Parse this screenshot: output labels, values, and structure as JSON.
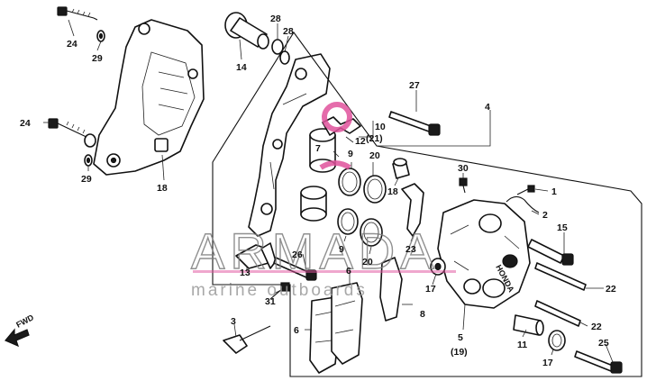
{
  "watermark": {
    "brand": "ARMADA",
    "tagline": "marine outboards",
    "accent_color": "#e0529c"
  },
  "direction_label": "FWD",
  "callouts": {
    "c1": "1",
    "c2": "2",
    "c3": "3",
    "c4": "4",
    "c5": "5",
    "c6a": "6",
    "c6b": "6",
    "c7": "7",
    "c8": "8",
    "c9a": "9",
    "c9b": "9",
    "c10": "10",
    "c11": "11",
    "c12": "12",
    "c13": "13",
    "c14": "14",
    "c15": "15",
    "c17a": "17",
    "c17b": "17",
    "c18a": "18",
    "c18b": "18",
    "c19": "(19)",
    "c20a": "20",
    "c20b": "20",
    "c21": "(21)",
    "c22a": "22",
    "c22b": "22",
    "c23": "23",
    "c24a": "24",
    "c24b": "24",
    "c25": "25",
    "c26": "26",
    "c27": "27",
    "c28a": "28",
    "c28b": "28",
    "c29a": "29",
    "c29b": "29",
    "c30": "30",
    "c31": "31"
  }
}
